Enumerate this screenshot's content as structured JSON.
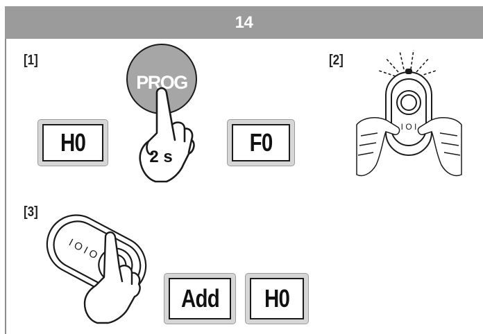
{
  "header": {
    "title": "14"
  },
  "steps": [
    {
      "label": "[1]"
    },
    {
      "label": "[2]"
    },
    {
      "label": "[3]"
    }
  ],
  "step1": {
    "display_left": "H0",
    "prog_button": "PROG",
    "hold_time": "2 s",
    "display_right": "F0"
  },
  "step3": {
    "display_add": "Add",
    "display_code": "H0"
  },
  "colors": {
    "header_bg": "#9b9b9b",
    "button_grey": "#a6a6a6",
    "lcd_frame": "#d6d6d6"
  }
}
